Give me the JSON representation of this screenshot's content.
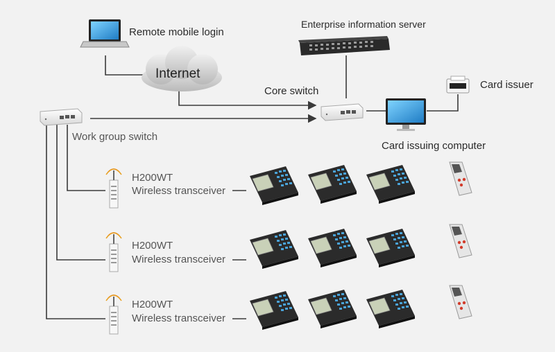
{
  "labels": {
    "remote_login": "Remote mobile login",
    "internet": "Internet",
    "enterprise_server": "Enterprise information server",
    "core_switch": "Core switch",
    "card_issuer": "Card issuer",
    "card_issuing_computer": "Card issuing computer",
    "work_group_switch": "Work group switch"
  },
  "transceivers": [
    {
      "model": "H200WT",
      "label": "Wireless transceiver"
    },
    {
      "model": "H200WT",
      "label": "Wireless transceiver"
    },
    {
      "model": "H200WT",
      "label": "Wireless transceiver"
    }
  ],
  "icons": {
    "laptop": "laptop-icon",
    "cloud": "internet-cloud-icon",
    "server": "rack-server-icon",
    "switch": "network-switch-icon",
    "monitor": "desktop-monitor-icon",
    "printer": "card-printer-icon",
    "antenna": "wireless-transceiver-icon",
    "terminal": "pos-terminal-icon",
    "handheld": "handheld-reader-icon"
  },
  "colors": {
    "background": "#f2f2f2",
    "line": "#3a3a3a",
    "device_dark": "#2b2b2b",
    "screen_blue": "#3aa0e0",
    "key_blue": "#4aa3d8",
    "antenna_red": "#d94a2a"
  }
}
